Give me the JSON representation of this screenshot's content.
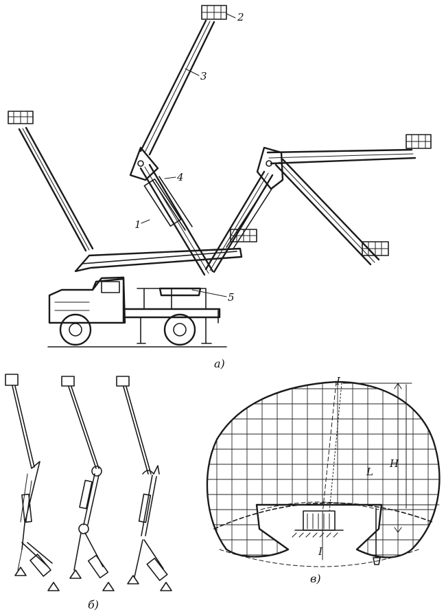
{
  "figure": {
    "part_labels": [
      "а)",
      "б)",
      "в)"
    ],
    "callouts": [
      "1",
      "2",
      "3",
      "4",
      "5"
    ],
    "envelope_labels": {
      "reach": "L",
      "height": "H",
      "axis": "I"
    }
  }
}
